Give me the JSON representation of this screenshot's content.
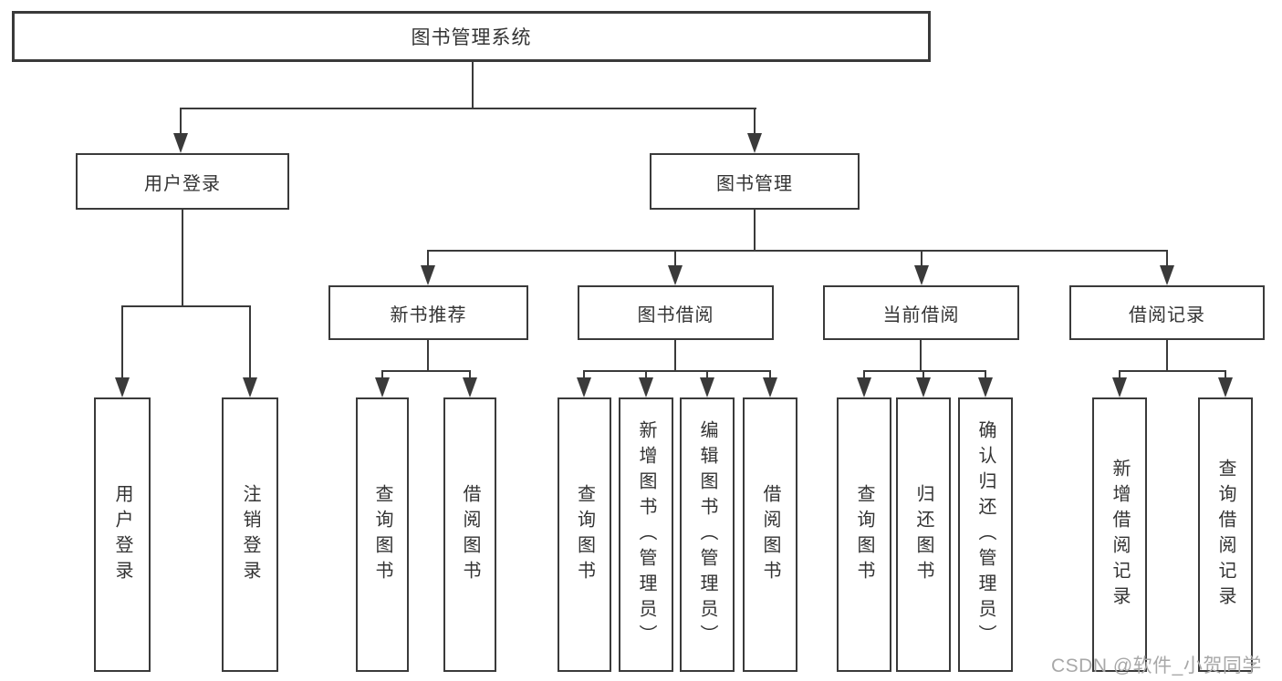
{
  "tree": {
    "root": {
      "label": "图书管理系统"
    },
    "branches": [
      {
        "label": "用户登录",
        "children": [
          {
            "label": "用户登录"
          },
          {
            "label": "注销登录"
          }
        ]
      },
      {
        "label": "图书管理",
        "children": [
          {
            "label": "新书推荐",
            "children": [
              {
                "label": "查询图书"
              },
              {
                "label": "借阅图书"
              }
            ]
          },
          {
            "label": "图书借阅",
            "children": [
              {
                "label": "查询图书"
              },
              {
                "label": "新增图书（管理员）"
              },
              {
                "label": "编辑图书（管理员）"
              },
              {
                "label": "借阅图书"
              }
            ]
          },
          {
            "label": "当前借阅",
            "children": [
              {
                "label": "查询图书"
              },
              {
                "label": "归还图书"
              },
              {
                "label": "确认归还（管理员）"
              }
            ]
          },
          {
            "label": "借阅记录",
            "children": [
              {
                "label": "新增借阅记录"
              },
              {
                "label": "查询借阅记录"
              }
            ]
          }
        ]
      }
    ]
  },
  "watermark": {
    "text": "CSDN @软件_小贺同学"
  },
  "colors": {
    "line": "#3a3a3a",
    "box_border": "#3a3a3a",
    "text": "#333333",
    "watermark": "#a8a8a8",
    "background": "#ffffff"
  }
}
